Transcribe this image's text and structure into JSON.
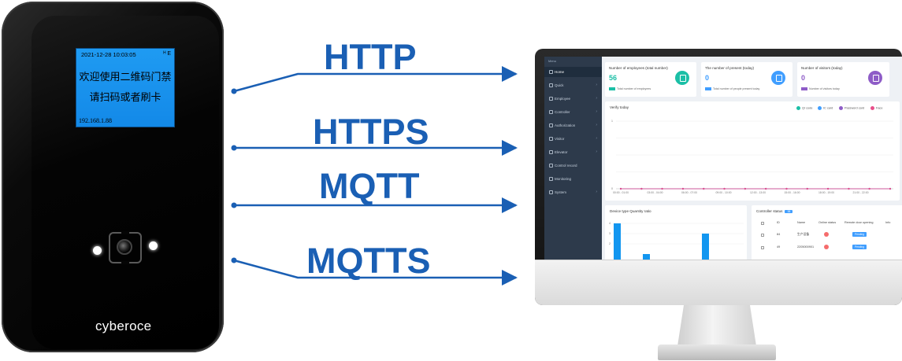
{
  "device": {
    "screen_time": "2021-12-28 10:03:05",
    "screen_signal": "ᴴ E",
    "screen_line1": "欢迎使用二维码门禁",
    "screen_line2": "请扫码或者刷卡",
    "screen_ip": "192.168.1.88",
    "brand": "cyberoce"
  },
  "protocols": [
    "HTTP",
    "HTTPS",
    "MQTT",
    "MQTTS"
  ],
  "colors": {
    "protocol_text": "#1a5fb4",
    "arrow": "#1a5fb4",
    "sidebar_bg": "#2d3a4b",
    "teal": "#1bbfa6",
    "blue": "#409eff",
    "purple": "#8e5cc7",
    "pink_line": "#e84f8a"
  },
  "dashboard": {
    "sidebar": {
      "top_label": "Menu",
      "items": [
        {
          "label": "Home",
          "icon": "home-icon",
          "active": true
        },
        {
          "label": "Quick",
          "icon": "send-icon",
          "has_children": true
        },
        {
          "label": "Employee",
          "icon": "person-icon",
          "has_children": true
        },
        {
          "label": "Controller",
          "icon": "device-icon",
          "has_children": true
        },
        {
          "label": "Authorization",
          "icon": "lock-icon",
          "has_children": true
        },
        {
          "label": "Visitor",
          "icon": "visitor-icon",
          "has_children": true
        },
        {
          "label": "Elevator",
          "icon": "elevator-icon",
          "has_children": true
        },
        {
          "label": "Control record",
          "icon": "record-icon",
          "has_children": false
        },
        {
          "label": "Monitoring",
          "icon": "monitor-icon",
          "has_children": false
        },
        {
          "label": "System",
          "icon": "gear-icon",
          "has_children": true
        }
      ]
    },
    "stats": [
      {
        "title": "Number of employees (total number)",
        "value": "56",
        "sub": "Total number of employees",
        "color": "#1bbfa6"
      },
      {
        "title": "The number of present (today)",
        "value": "0",
        "sub": "Total number of people present today",
        "color": "#409eff"
      },
      {
        "title": "Number of visitors (today)",
        "value": "0",
        "sub": "Number of visitors today",
        "color": "#8e5cc7"
      }
    ],
    "verify": {
      "title": "Verify today",
      "legend": [
        {
          "label": "Qr code",
          "color": "#1bbfa6"
        },
        {
          "label": "IC card",
          "color": "#409eff"
        },
        {
          "label": "Password card",
          "color": "#8e5cc7"
        },
        {
          "label": "Face",
          "color": "#e84f8a"
        }
      ],
      "y_top_label": "1",
      "y_bottom_label": "0",
      "x_ticks": [
        "00:00 - 01:00",
        "03:00 - 04:00",
        "06:00 - 07:00",
        "09:00 - 10:00",
        "12:00 - 13:00",
        "15:00 - 16:00",
        "18:00 - 19:00",
        "21:00 - 22:00"
      ]
    },
    "device_type": {
      "title": "Device type Quantity ratio",
      "y_labels": [
        "4",
        "3",
        "2"
      ]
    },
    "controller_status": {
      "title": "Controller status",
      "count": "38",
      "headers": [
        "ID",
        "Name",
        "Online status",
        "Remote door opening",
        "Info"
      ],
      "rows": [
        {
          "id": "84",
          "name": "生产设备",
          "btn": "Pending"
        },
        {
          "id": "49",
          "name": "2205000901",
          "btn": "Pending"
        }
      ]
    }
  },
  "chart_data": [
    {
      "type": "line",
      "title": "Verify today",
      "series": [
        {
          "name": "Qr code",
          "values": [
            0,
            0,
            0,
            0,
            0,
            0,
            0,
            0,
            0,
            0,
            0,
            0,
            0,
            0
          ]
        },
        {
          "name": "IC card",
          "values": [
            0,
            0,
            0,
            0,
            0,
            0,
            0,
            0,
            0,
            0,
            0,
            0,
            0,
            0
          ]
        },
        {
          "name": "Password card",
          "values": [
            0,
            0,
            0,
            0,
            0,
            0,
            0,
            0,
            0,
            0,
            0,
            0,
            0,
            0
          ]
        },
        {
          "name": "Face",
          "values": [
            0,
            0,
            0,
            0,
            0,
            0,
            0,
            0,
            0,
            0,
            0,
            0,
            0,
            0
          ]
        }
      ],
      "ylim": [
        0,
        1
      ]
    },
    {
      "type": "bar",
      "title": "Device type Quantity ratio",
      "values": [
        4,
        1,
        3
      ],
      "ylim": [
        0,
        4
      ]
    }
  ]
}
